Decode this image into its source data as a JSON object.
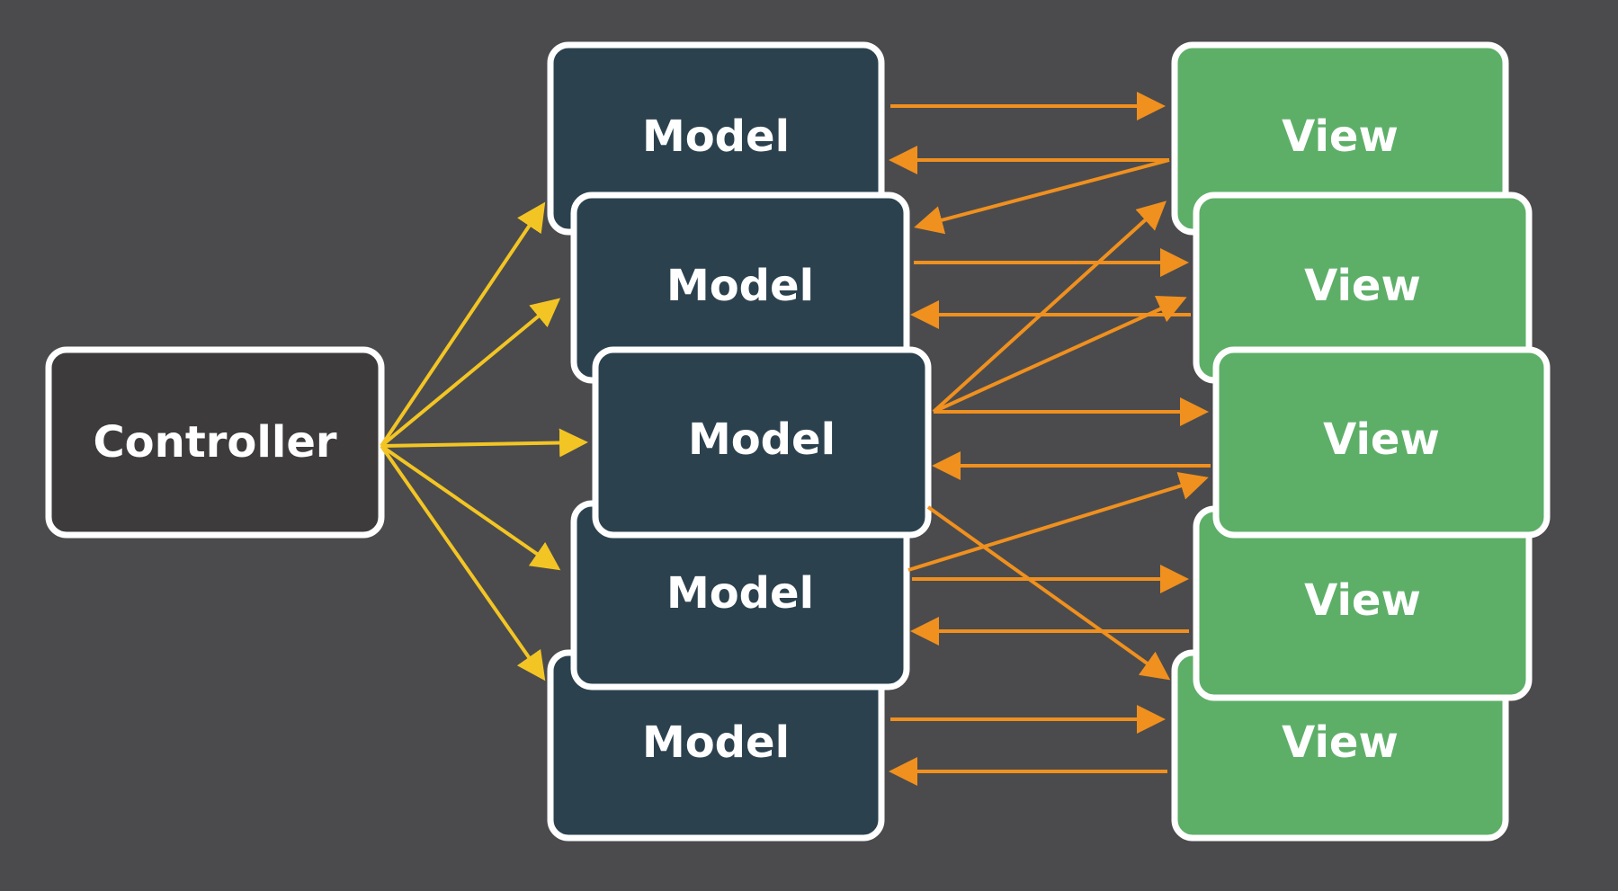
{
  "colors": {
    "background": "#4b4b4d",
    "controller_fill": "#3e3b3c",
    "model_fill": "#2b414e",
    "view_fill": "#5daf68",
    "box_border": "#ffffff",
    "controller_arrow": "#f3c524",
    "model_view_arrow": "#f0901e"
  },
  "controller": {
    "label": "Controller"
  },
  "models": [
    {
      "label": "Model"
    },
    {
      "label": "Model"
    },
    {
      "label": "Model"
    },
    {
      "label": "Model"
    },
    {
      "label": "Model"
    }
  ],
  "views": [
    {
      "label": "View"
    },
    {
      "label": "View"
    },
    {
      "label": "View"
    },
    {
      "label": "View"
    },
    {
      "label": "View"
    }
  ]
}
